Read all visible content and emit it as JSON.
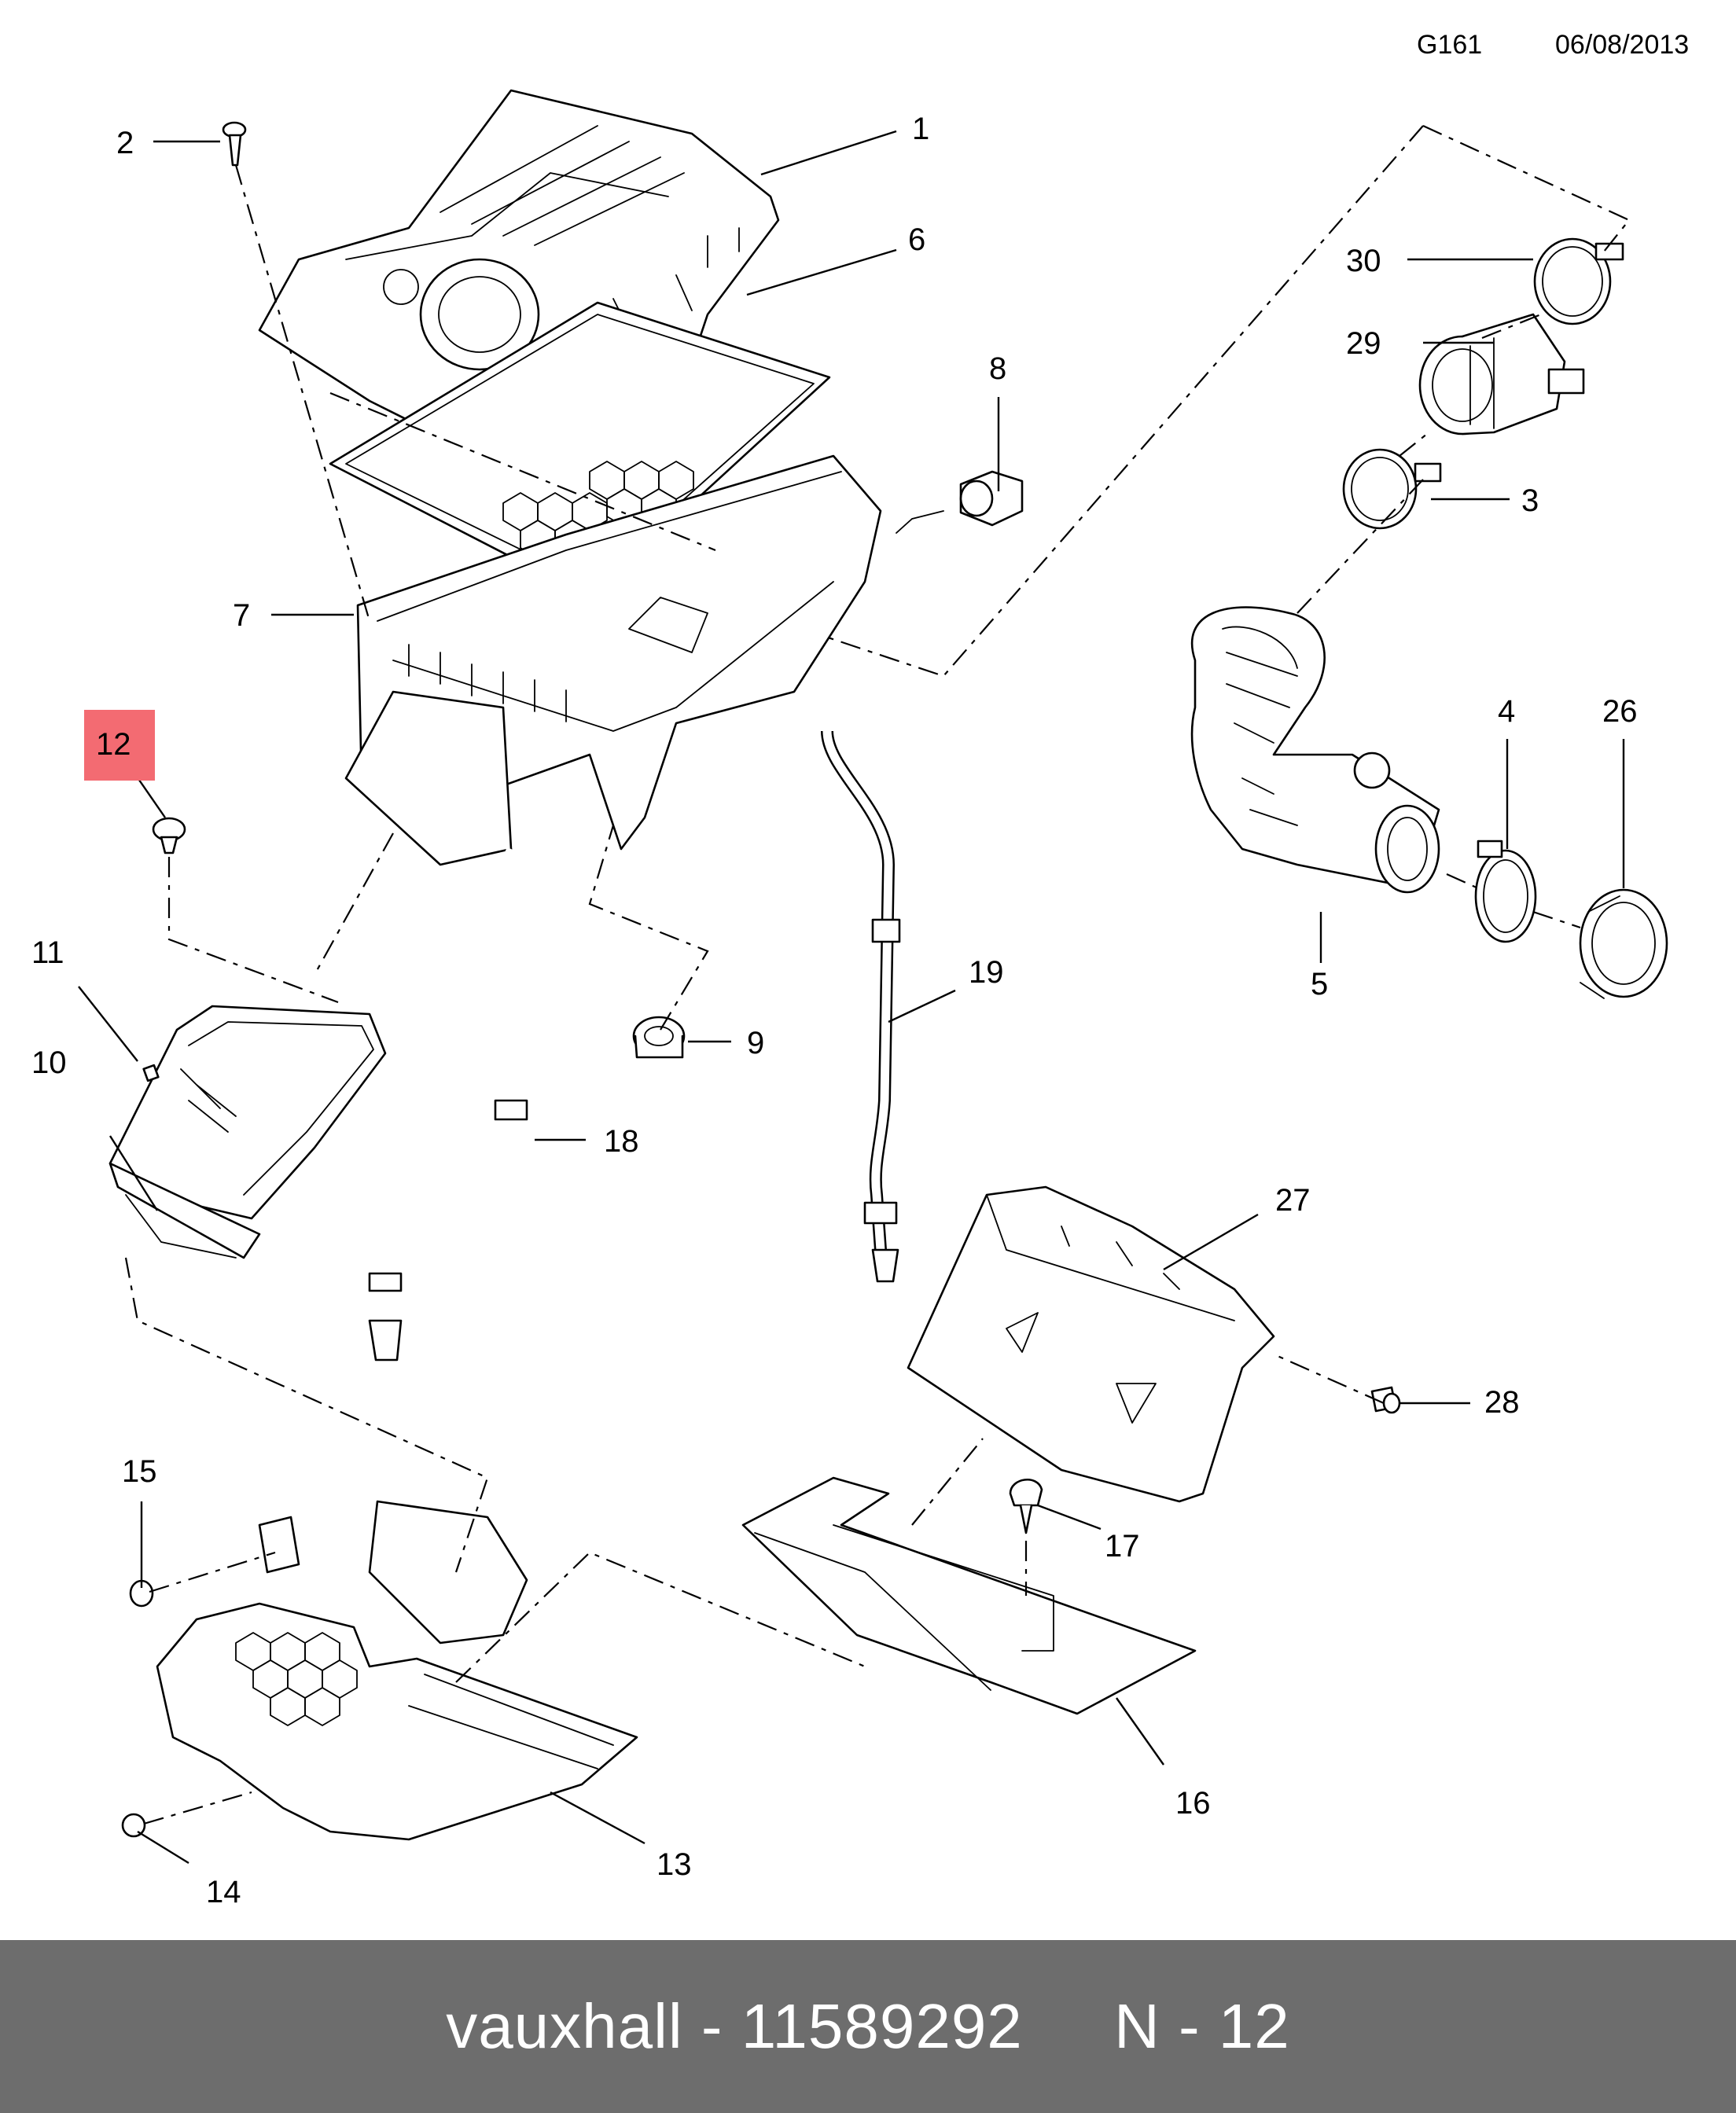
{
  "header": {
    "code": "G161",
    "date": "06/08/2013"
  },
  "callouts": [
    "1",
    "2",
    "3",
    "4",
    "5",
    "6",
    "7",
    "8",
    "9",
    "10",
    "11",
    "12",
    "13",
    "14",
    "15",
    "16",
    "17",
    "18",
    "19",
    "26",
    "27",
    "28",
    "29",
    "30"
  ],
  "highlight": {
    "label": "12",
    "color": "#f36b72"
  },
  "footer": {
    "brand": "vauxhall",
    "separator": " - ",
    "part_number": "11589292",
    "gap": "     ",
    "ref": "N - 12"
  }
}
